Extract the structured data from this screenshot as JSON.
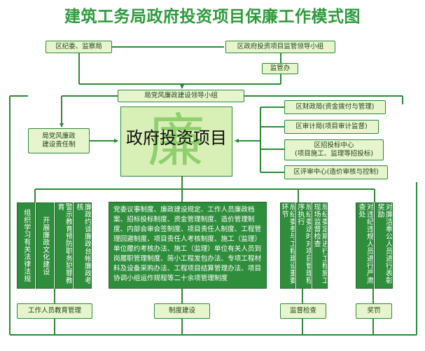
{
  "title": "建筑工务局政府投资项目保廉工作模式图",
  "boxes": {
    "discipline": "区纪委、监察局",
    "district_leading_group": "区政府投资项目监管领导小组",
    "supervision_office": "监管办",
    "bureau_party_group": "局党风廉政建设领导小组",
    "bureau_responsibility": "局党风廉政\n建设责任制",
    "core_watermark": "廉",
    "core": "政府投资项目",
    "finance": "区财政局(资金拨付与管理)",
    "audit": "区审计局(项目审计监督)",
    "bidding": "区招投标中心\n(项目施工、监理等招投标)",
    "review": "区评审中心(造价审核与控制)",
    "education": "工作人员教育管理",
    "system": "制度建设",
    "supervision_check": "监督检查",
    "rewards": "奖罚"
  },
  "columns": {
    "edu": [
      "组织学习有关法律法规",
      "开展廉政文化建设",
      "警示教育预防职务犯罪教育",
      "廉政约谈廉政台帐廉政考核"
    ],
    "system_text": "党委议事制度、廉政建设规定、工作人员廉政档案、招标投标制度、资金管理制度、造价管理制度、内部会审会签制度、项目责任人制度、工程管理回避制度、项目责任人考核制度、施工（监理）单位履约考核办法、施工（监理）单位有关人员到岗履职管理制度、简小工程发包办法、专项工程材料及设备采购办法、工程项目结算管理办法、项目协调小组运作规程等二十余项管理制度",
    "sup": [
      "局纪委参与工程建设重要环节",
      "局纪委适时对项目管理程序执行",
      "局纪委定期进行工程施工现场监督检查"
    ],
    "reward": [
      "对违纪违规人员进行严肃查处",
      "对廉洁奉公人员进行表彰奖励"
    ]
  },
  "colors": {
    "title": "#2e9a3b",
    "box_fill": "#e6f5cd",
    "dark_fill": "#2f8e3c",
    "line": "#2b8a36",
    "core_fill": "#d8f0b6"
  }
}
